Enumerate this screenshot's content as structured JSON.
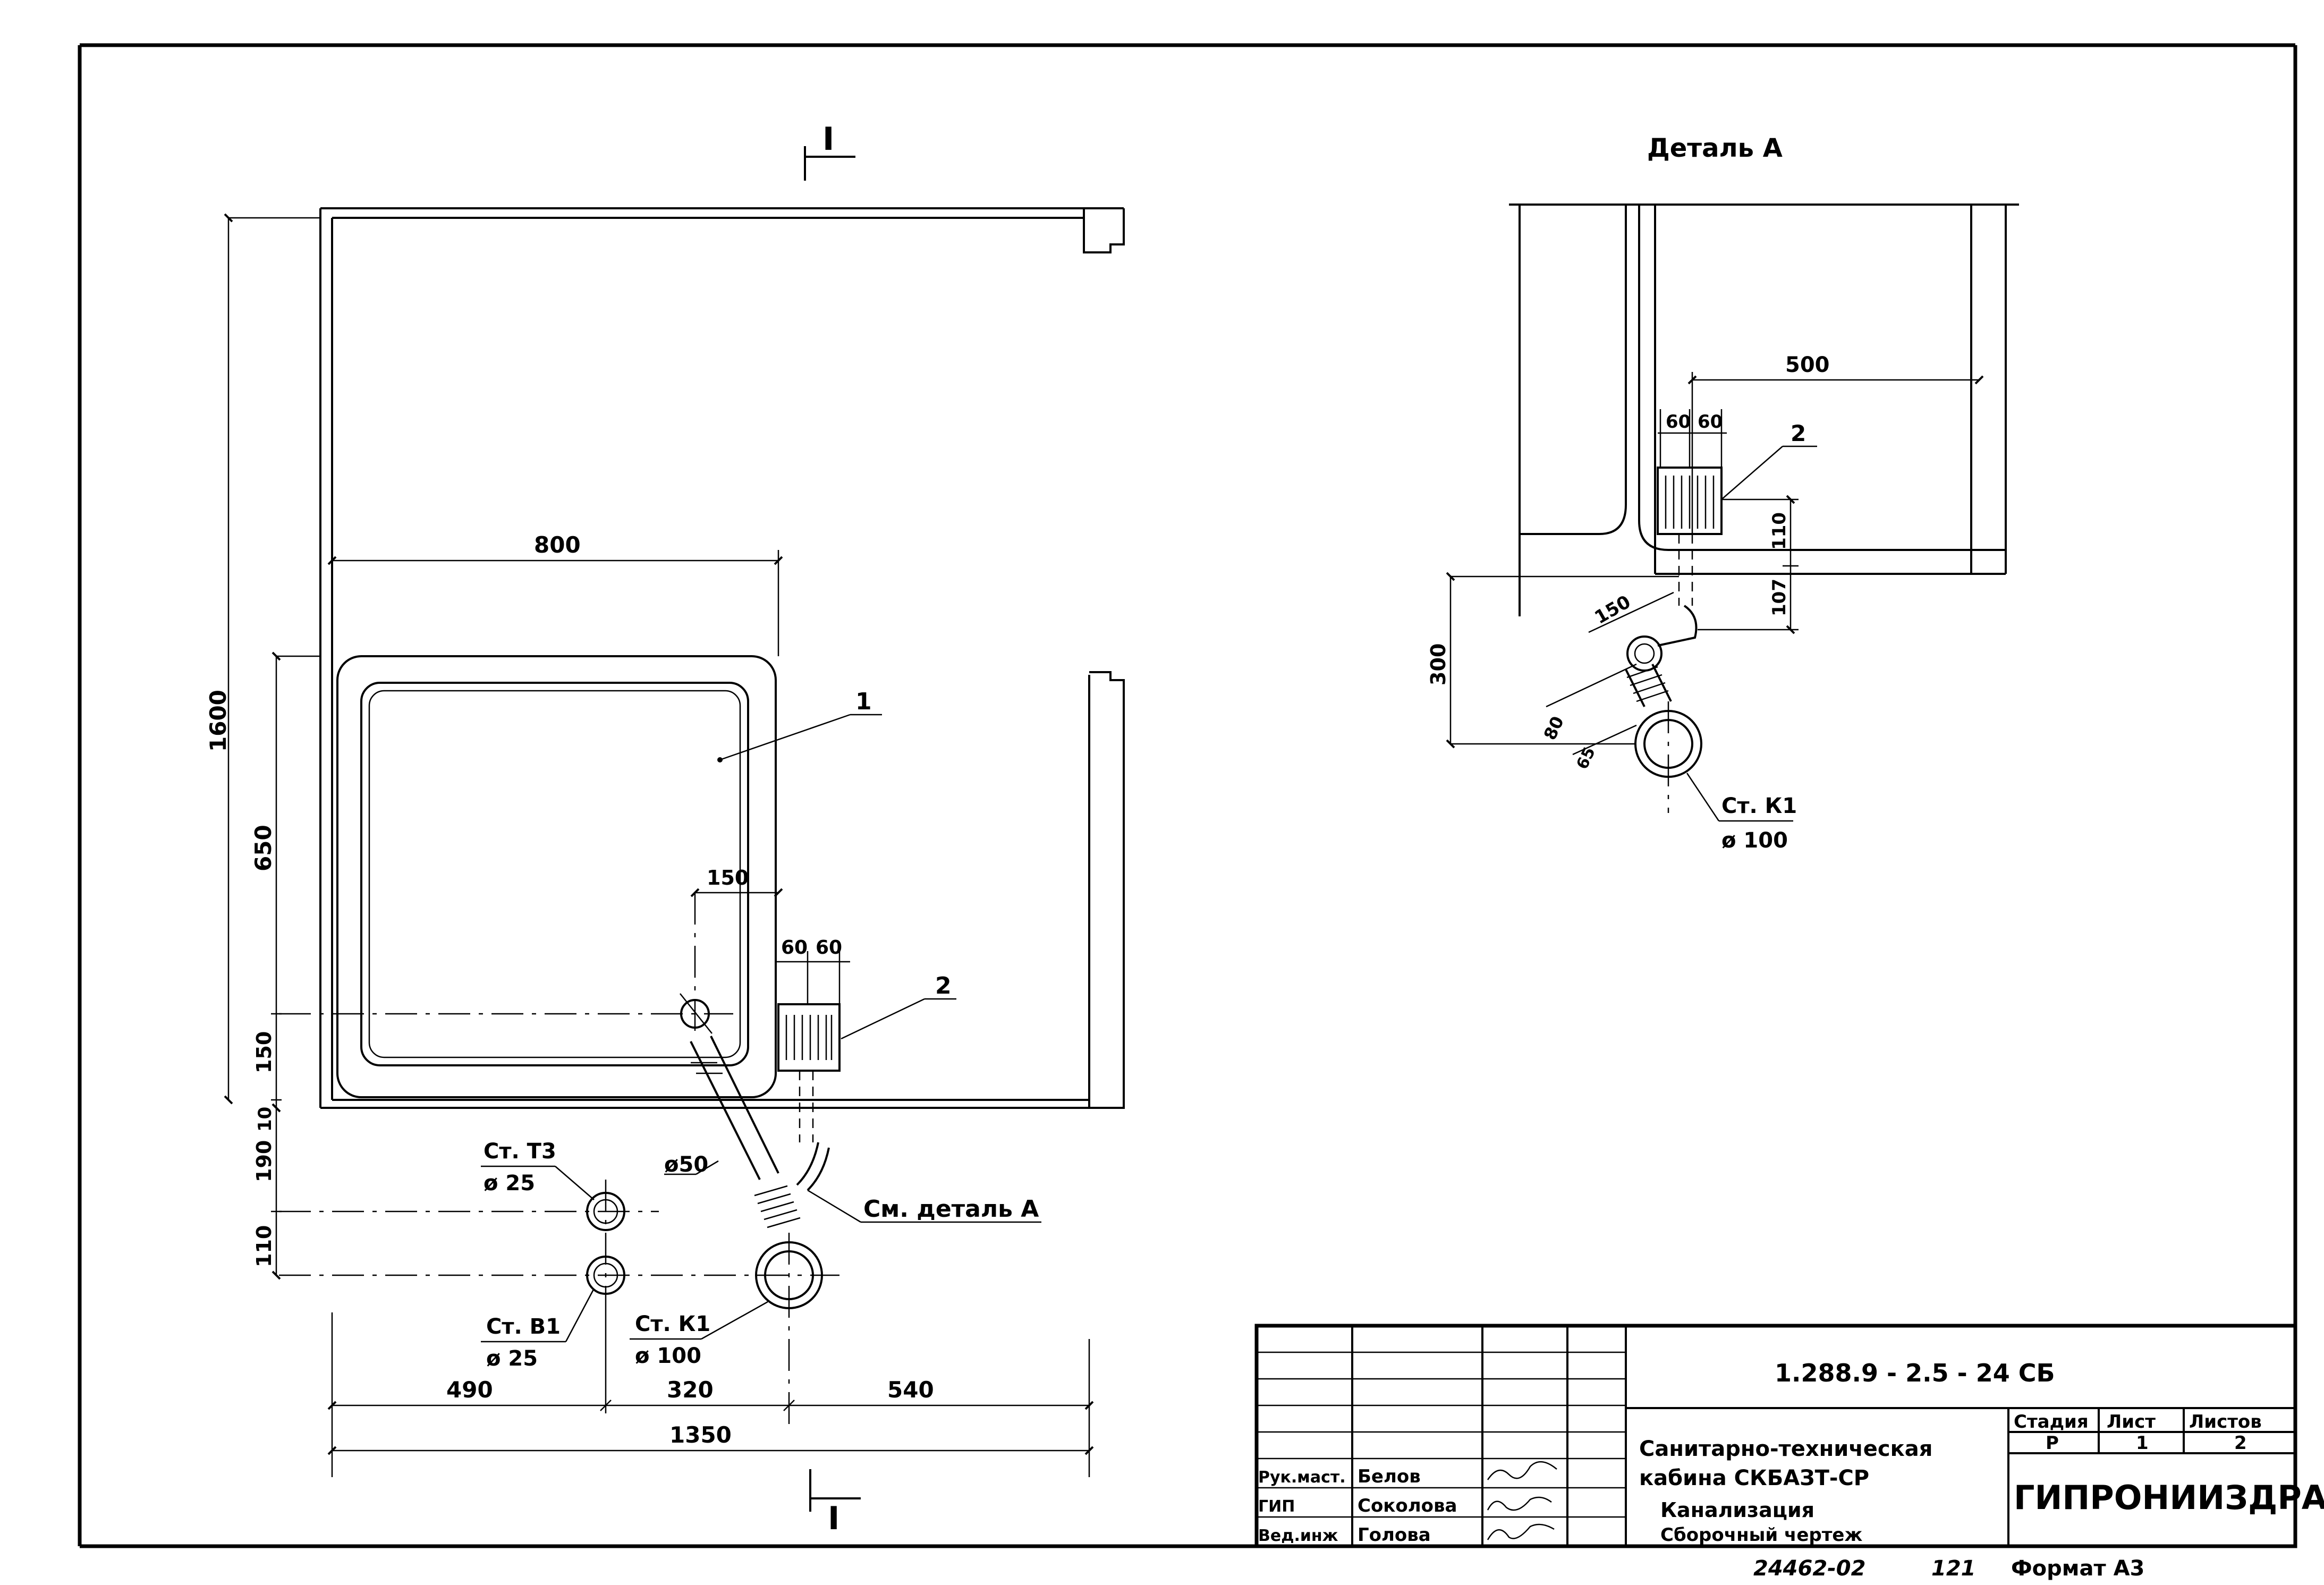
{
  "plan": {
    "section_mark_top": "I",
    "section_mark_bottom": "I",
    "dims": {
      "w800": "800",
      "h1600": "1600",
      "h650": "650",
      "w150": "150",
      "w60a": "60",
      "w60b": "60",
      "h150": "150",
      "h10": "10",
      "h190": "190",
      "h110": "110",
      "w490": "490",
      "w320": "320",
      "w540": "540",
      "w1350": "1350"
    },
    "pos_1": "1",
    "pos_2": "2",
    "pipe_dia": "ø50",
    "see_detail": "См. деталь А",
    "riser_t3": "Ст. Т3",
    "riser_t3_dia": "ø 25",
    "riser_b1": "Ст. В1",
    "riser_b1_dia": "ø 25",
    "riser_k1": "Ст. К1",
    "riser_k1_dia": "ø 100"
  },
  "detail": {
    "title": "Деталь А",
    "dims": {
      "w500": "500",
      "w60a": "60",
      "w60b": "60",
      "h110": "110",
      "h107": "107",
      "h300": "300",
      "d150": "150",
      "d80": "80",
      "d65": "65"
    },
    "pos_2": "2",
    "riser_k1": "Ст. К1",
    "riser_k1_dia": "ø 100"
  },
  "title_block": {
    "doc_code": "1.288.9 - 2.5 - 24  СБ",
    "name_line1": "Санитарно-техническая",
    "name_line2": "кабина  СКБАЗТ-СР",
    "name_line3": "Канализация",
    "name_line4": "Сборочный чертеж",
    "stage_header": "Стадия",
    "sheet_header": "Лист",
    "sheets_header": "Листов",
    "stage": "Р",
    "sheet": "1",
    "sheets": "2",
    "org": "ГИПРОНИИЗДРАВ",
    "roles": [
      {
        "role": "Рук.маст.",
        "name": "Белов"
      },
      {
        "role": "ГИП",
        "name": "Соколова"
      },
      {
        "role": "Вед.инж",
        "name": "Голова"
      }
    ]
  },
  "footer": {
    "inv": "24462-02",
    "page": "121",
    "format": "Формат А3"
  }
}
